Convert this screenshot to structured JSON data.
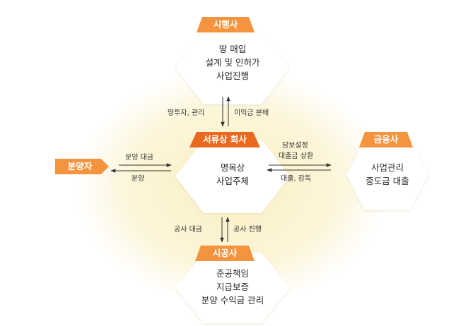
{
  "nodes": {
    "developer": {
      "tag": "시행사",
      "lines": [
        "땅 매입",
        "설계 및 인허가",
        "사업진행"
      ]
    },
    "trust": {
      "tag": "서류상 회사",
      "lines": [
        "명목상",
        "사업주체"
      ]
    },
    "finance": {
      "tag": "금융사",
      "lines": [
        "사업관리",
        "중도금 대출"
      ]
    },
    "constructor": {
      "tag": "시공사",
      "lines": [
        "준공책임",
        "지급보증",
        "분양 수익금 관리"
      ]
    },
    "buyer": {
      "tag": "분양자"
    }
  },
  "flows": {
    "dev_to_trust": "땅투자, 관리",
    "trust_to_dev": "이익금 분배",
    "buyer_to_trust": "분양 대금",
    "trust_to_buyer": "분양",
    "trust_to_finance": [
      "담보설정",
      "대출금 상환"
    ],
    "finance_to_trust": "대출, 감독",
    "trust_to_constructor": "공사 대금",
    "constructor_to_trust": "공사 진행"
  },
  "colors": {
    "accent_light": "#f4943f",
    "accent_dark": "#e8691f",
    "hexagon_fill": "#ffffff",
    "glow": "#fbf3cf",
    "arrow": "#333333"
  }
}
